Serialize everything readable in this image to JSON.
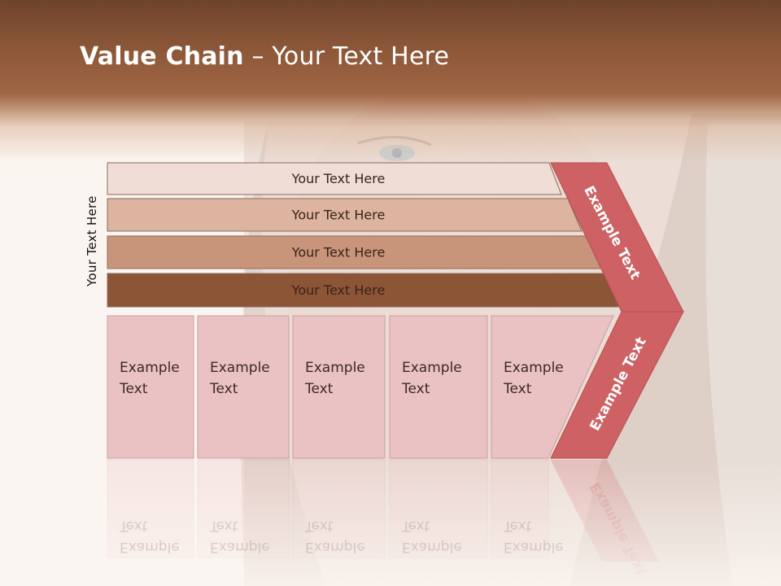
{
  "title": {
    "bold": "Value Chain",
    "rest": " – Your Text Here"
  },
  "side_label": "Your Text Here",
  "bars": [
    {
      "label": "Your Text Here",
      "color": "#f0ddd6"
    },
    {
      "label": "Your Text Here",
      "color": "#ddb49f"
    },
    {
      "label": "Your Text Here",
      "color": "#c8957a"
    },
    {
      "label": "Your Text Here",
      "color": "#8b5536"
    }
  ],
  "boxes": [
    {
      "line1": "Example",
      "line2": "Text"
    },
    {
      "line1": "Example",
      "line2": "Text"
    },
    {
      "line1": "Example",
      "line2": "Text"
    },
    {
      "line1": "Example",
      "line2": "Text"
    },
    {
      "line1": "Example",
      "line2": "Text"
    }
  ],
  "chevron": {
    "upper_text": "Example Text",
    "lower_text": "Example Text",
    "color": "#cd6163"
  },
  "colors": {
    "box_fill": "#ebc2c3",
    "box_border": "#c7a09f",
    "accent": "#cd6163"
  }
}
